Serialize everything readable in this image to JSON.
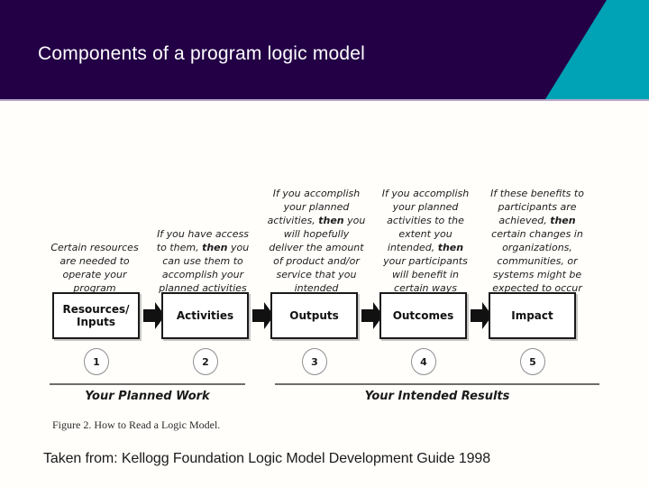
{
  "colors": {
    "header_background": "#230046",
    "header_accent": "#00a2b5",
    "header_title_text": "#ffffff",
    "header_underline": "#b9a9c9",
    "slide_background": "#fffefb",
    "box_border": "#1a1a1a",
    "arrow_fill": "#111111",
    "rule": "#6e6e6e"
  },
  "header": {
    "title": "Components of a program logic model"
  },
  "figure": {
    "captions": [
      {
        "id": "caption-resources",
        "parts": [
          {
            "text": "Certain resources are needed to operate your program",
            "bold": false
          }
        ],
        "plain": "Certain resources are needed to operate your program"
      },
      {
        "id": "caption-activities",
        "parts": [
          {
            "text": "If you have access to them, ",
            "bold": false
          },
          {
            "text": "then",
            "bold": true
          },
          {
            "text": " you can use them to accomplish your planned activities",
            "bold": false
          }
        ],
        "plain": "If you have access to them, then you can use them to accomplish your planned activities"
      },
      {
        "id": "caption-outputs",
        "parts": [
          {
            "text": "If you accomplish your planned activities, ",
            "bold": false
          },
          {
            "text": "then",
            "bold": true
          },
          {
            "text": " you will hopefully deliver the amount of product and/or service that you intended",
            "bold": false
          }
        ],
        "plain": "If you accomplish your planned activities, then you will hopefully deliver the amount of product and/or service that you intended"
      },
      {
        "id": "caption-outcomes",
        "parts": [
          {
            "text": "If you accomplish your planned activities to the extent you intended, ",
            "bold": false
          },
          {
            "text": "then",
            "bold": true
          },
          {
            "text": " your participants will benefit in certain ways",
            "bold": false
          }
        ],
        "plain": "If you accomplish your planned activities to the extent you intended, then your participants will benefit in certain ways"
      },
      {
        "id": "caption-impact",
        "parts": [
          {
            "text": "If these benefits to participants are achieved, ",
            "bold": false
          },
          {
            "text": "then",
            "bold": true
          },
          {
            "text": " certain changes in organizations, communities, or systems might be expected to occur",
            "bold": false
          }
        ],
        "plain": "If these benefits to participants are achieved, then certain changes in organizations, communities, or systems might be expected to occur"
      }
    ],
    "stages": [
      {
        "label": "Resources/ Inputs",
        "number": "1"
      },
      {
        "label": "Activities",
        "number": "2"
      },
      {
        "label": "Outputs",
        "number": "3"
      },
      {
        "label": "Outcomes",
        "number": "4"
      },
      {
        "label": "Impact",
        "number": "5"
      }
    ],
    "arrow_icon": "right-block-arrow",
    "sections": {
      "left": "Your Planned Work",
      "right": "Your Intended Results"
    },
    "caption_line": "Figure 2. How to Read a Logic Model."
  },
  "attribution": {
    "text": "Taken from: Kellogg Foundation Logic Model Development Guide 1998"
  }
}
